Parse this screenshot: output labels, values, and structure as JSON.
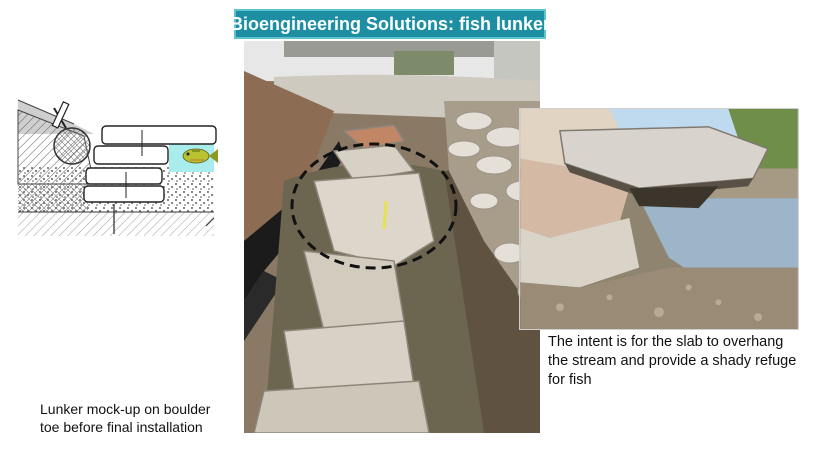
{
  "title": "Bioengineering Solutions: fish lunker",
  "caption_left": "Lunker mock-up on boulder toe before final installation",
  "caption_right": "The intent is for the slab to overhang the stream and provide a shady refuge for fish",
  "colors": {
    "title_bg": "#1e8fa3",
    "water": "#a8ecec",
    "fish": "#b9c230"
  }
}
